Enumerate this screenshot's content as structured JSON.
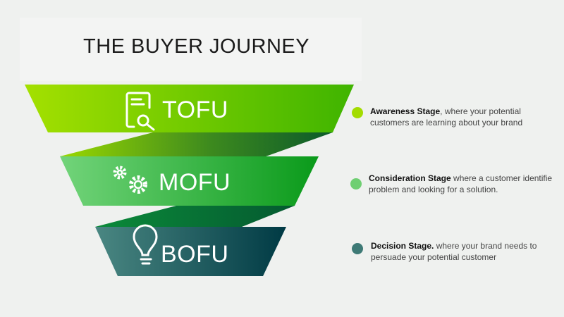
{
  "title": "THE BUYER JOURNEY",
  "stages": [
    {
      "label": "TOFU",
      "icon": "document-search-icon",
      "color": "#a3dc00",
      "stage_name": "Awareness Stage",
      "text": ", where your potential customers are learning about your brand"
    },
    {
      "label": "MOFU",
      "icon": "gears-icon",
      "color": "#6fcf72",
      "stage_name": "Consideration Stage",
      "text": " where a customer identifie problem and looking for a solution."
    },
    {
      "label": "BOFU",
      "icon": "lightbulb-icon",
      "color": "#3e7a76",
      "stage_name": "Decision Stage.",
      "text": " where your brand needs to persuade your potential customer"
    }
  ]
}
